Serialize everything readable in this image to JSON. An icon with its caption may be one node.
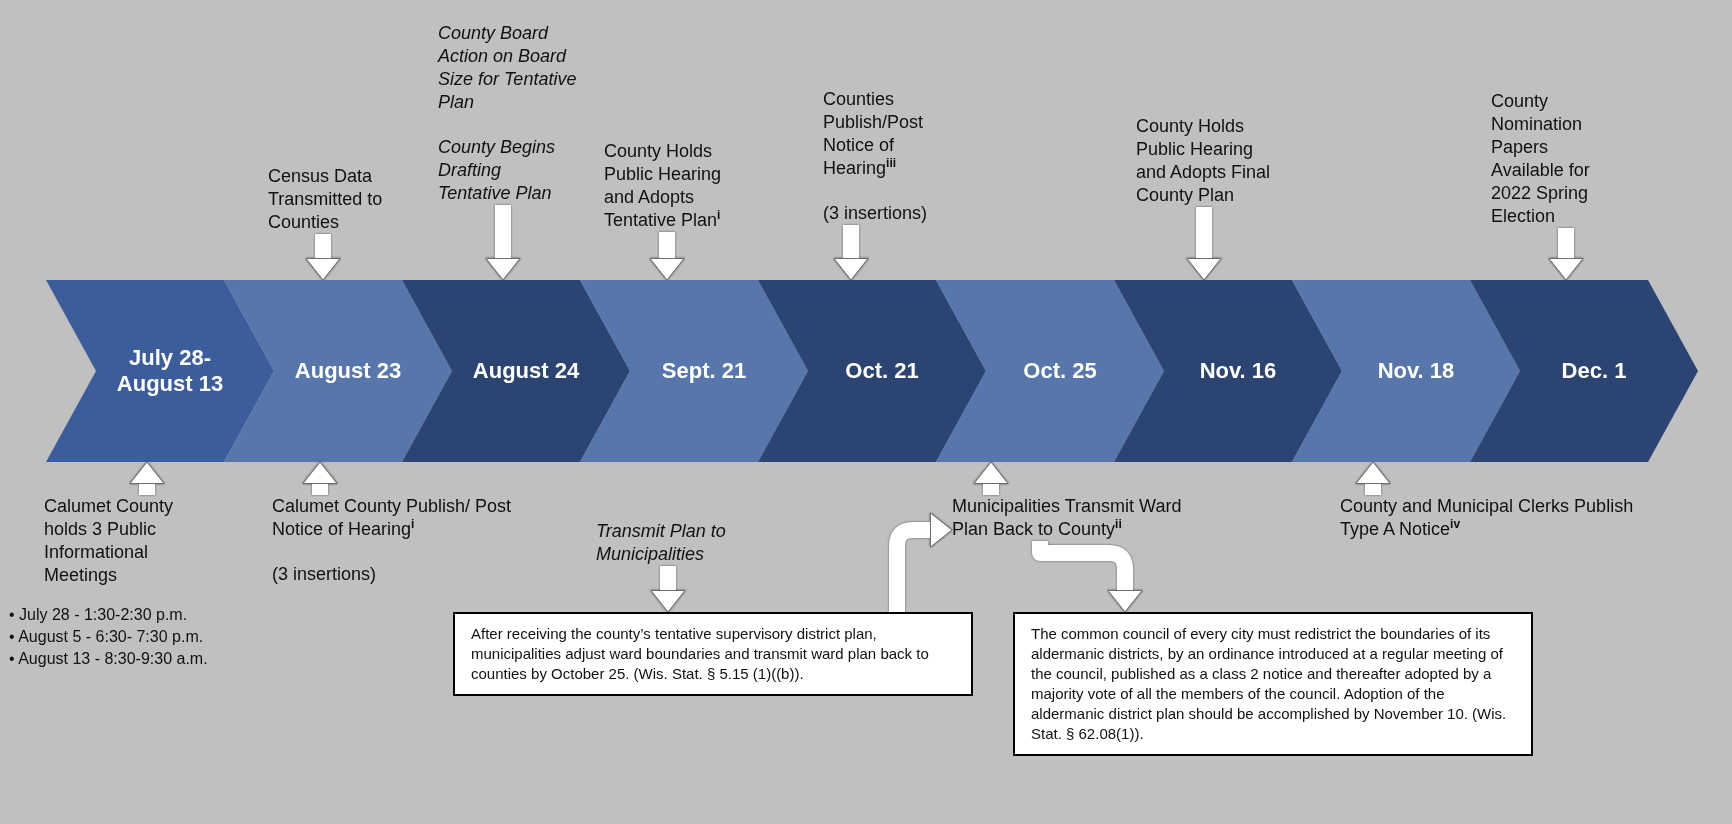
{
  "diagram": {
    "nodes": [
      {
        "text": [
          "July 28- August 13"
        ]
      },
      {
        "text": [
          "August 23"
        ]
      },
      {
        "text": [
          "August 24"
        ]
      },
      {
        "text": [
          "Sept. 21"
        ]
      },
      {
        "text": [
          "Oct. 21"
        ]
      },
      {
        "text": [
          "Oct. 25"
        ]
      },
      {
        "text": [
          "Nov. 16"
        ]
      },
      {
        "text": [
          "Nov. 18"
        ]
      },
      {
        "text": [
          "Dec. 1"
        ]
      },
      {
        "text": [
          "Census Data Transmitted to Counties"
        ]
      },
      {
        "text": [
          "County Board Action on Board Size for Tentative Plan",
          "County Begins Drafting Tentative Plan"
        ]
      },
      {
        "text": [
          "County Holds Public Hearing and Adopts Tentative Plan$^{i}$"
        ]
      },
      {
        "text": [
          "Counties Publish/Post Notice of Hearing$^{iii}$",
          "(3 insertions)"
        ]
      },
      {
        "text": [
          "County Holds Public Hearing and Adopts Final County Plan"
        ]
      },
      {
        "text": [
          "County Nomination Papers Available for 2022 Spring Election"
        ]
      },
      {
        "text": [
          "Calumet County holds 3 Public Informational Meetings"
        ]
      },
      {
        "text": [
          "Calumet County Publish/ Post Notice of Hearing$^{i}$",
          "(3 insertions)"
        ]
      },
      {
        "text": [
          "Transmit Plan to Municipalities"
        ]
      },
      {
        "text": [
          "Municipalities Transmit Ward Plan Back to County$^{ii}$"
        ]
      },
      {
        "text": [
          "After receiving the county’s tentative supervisory district plan, municipalities adjust ward boundaries and transmit ward plan back to counties by October 25. (Wis. Stat. § 5.15 (1)((b))."
        ]
      },
      {
        "text": [
          "The common council of every city must redistrict the boundaries of its aldermanic districts, by an ordinance introduced at a regular meeting of the council, published as a class 2 notice and thereafter adopted by a majority vote of all the members of the council. Adoption of the aldermanic district plan should be accomplished by November 10. (Wis. Stat. § 62.08(1))."
        ]
      },
      {
        "text": [
          "County and Municipal Clerks Publish Type A Notice$^{iv}$"
        ]
      }
    ],
    "edges": [
      {
        "from": 9,
        "to": 1,
        "arrow": "to"
      },
      {
        "from": 10,
        "to": 2,
        "arrow": "to"
      },
      {
        "from": 11,
        "to": 3,
        "arrow": "to"
      },
      {
        "from": 12,
        "to": 4,
        "arrow": "to"
      },
      {
        "from": 13,
        "to": 6,
        "arrow": "to"
      },
      {
        "from": 14,
        "to": 8,
        "arrow": "to"
      },
      {
        "from": 15,
        "to": 0,
        "arrow": "to"
      },
      {
        "from": 16,
        "to": 1,
        "arrow": "to"
      },
      {
        "from": 18,
        "to": 5,
        "arrow": "to"
      },
      {
        "from": 21,
        "to": 7,
        "arrow": "to"
      },
      {
        "from": 17,
        "to": 19,
        "arrow": "to"
      },
      {
        "from": 19,
        "to": 18,
        "arrow": "to"
      },
      {
        "from": 18,
        "to": 20,
        "arrow": "to"
      }
    ],
    "labels": [
      "• July 28 - 1:30-2:30 p.m.",
      "• August 5 - 6:30- 7:30 p.m.",
      "• August 13 - 8:30-9:30 a.m."
    ]
  }
}
